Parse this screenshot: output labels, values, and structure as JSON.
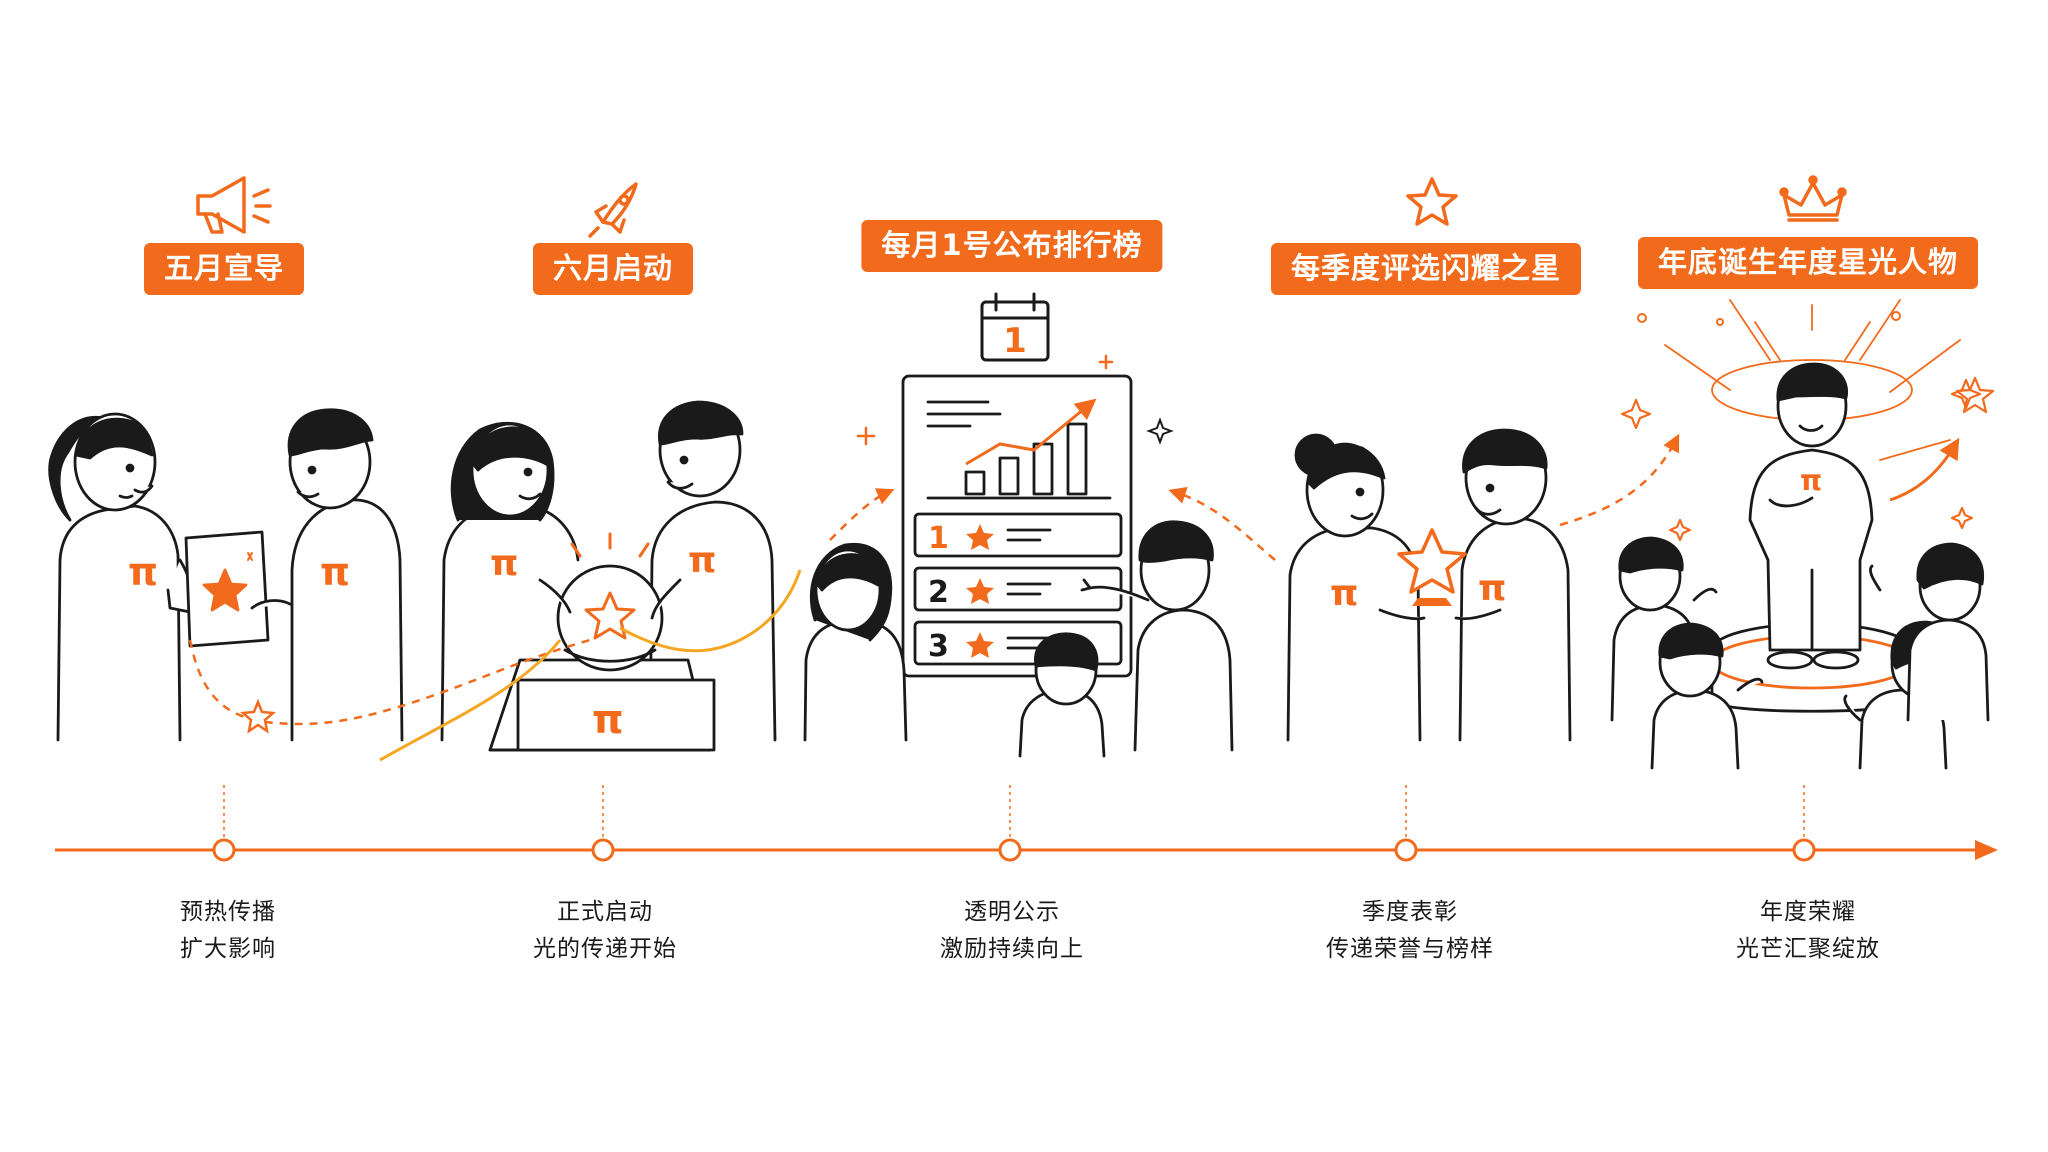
{
  "accent_color": "#f26a1b",
  "line_color": "#1a1a1a",
  "pi_symbol": "π",
  "ranks": [
    "1",
    "2",
    "3"
  ],
  "calendar_day": "1",
  "stages": [
    {
      "title": "五月宣导",
      "icon": "megaphone-icon",
      "caption": [
        "预热传播",
        "扩大影响"
      ]
    },
    {
      "title": "六月启动",
      "icon": "rocket-icon",
      "caption": [
        "正式启动",
        "光的传递开始"
      ]
    },
    {
      "title": "每月1号公布排行榜",
      "icon": "calendar-icon",
      "caption": [
        "透明公示",
        "激励持续向上"
      ]
    },
    {
      "title": "每季度评选闪耀之星",
      "icon": "star-icon",
      "caption": [
        "季度表彰",
        "传递荣誉与榜样"
      ]
    },
    {
      "title": "年底诞生年度星光人物",
      "icon": "crown-icon",
      "caption": [
        "年度荣耀",
        "光芒汇聚绽放"
      ]
    }
  ]
}
